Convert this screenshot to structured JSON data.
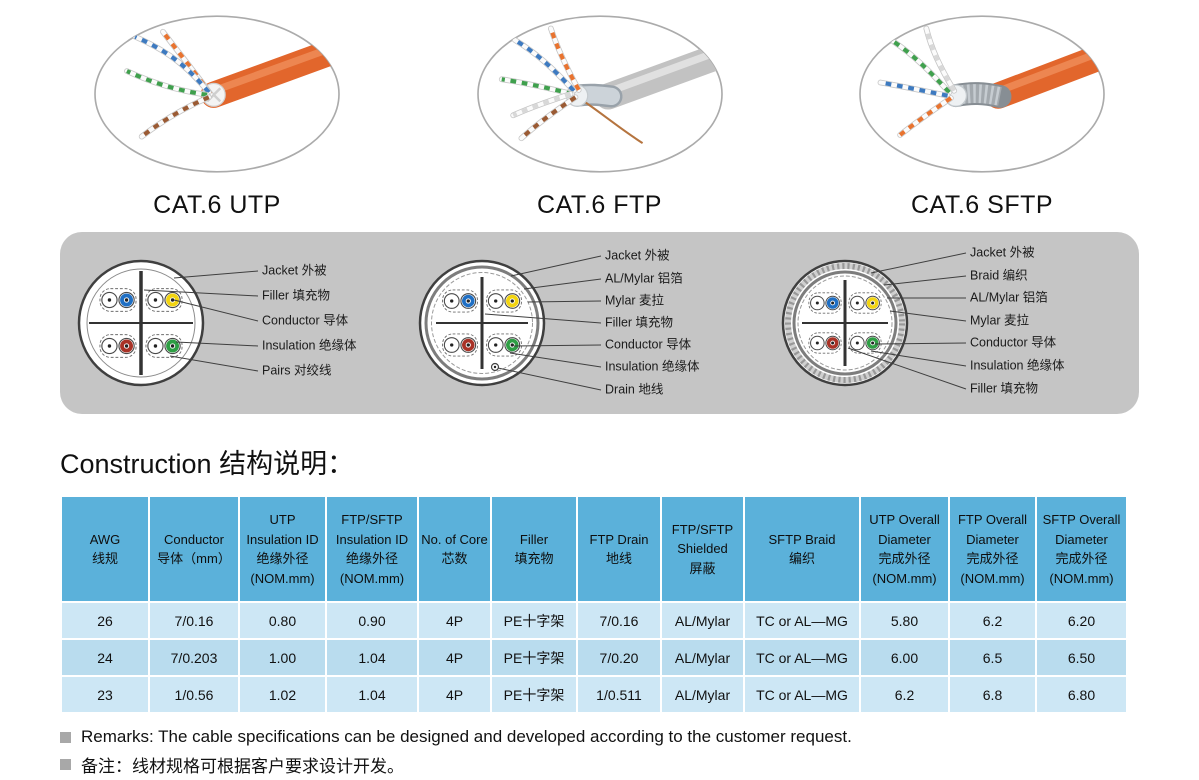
{
  "products": [
    {
      "name": "CAT.6 UTP"
    },
    {
      "name": "CAT.6 FTP"
    },
    {
      "name": "CAT.6 SFTP"
    }
  ],
  "diagrams": {
    "utp": {
      "labels": [
        "Jacket 外被",
        "Filler 填充物",
        "Conductor 导体",
        "Insulation 绝缘体",
        "Pairs 对绞线"
      ]
    },
    "ftp": {
      "labels": [
        "Jacket 外被",
        "AL/Mylar 铝箔",
        "Mylar 麦拉",
        "Filler 填充物",
        "Conductor 导体",
        "Insulation 绝缘体",
        "Drain 地线"
      ]
    },
    "sftp": {
      "labels": [
        "Jacket 外被",
        "Braid 编织",
        "AL/Mylar 铝箔",
        "Mylar 麦拉",
        "Conductor 导体",
        "Insulation 绝缘体",
        "Filler 填充物"
      ]
    }
  },
  "section": {
    "heading": "Construction 结构说明："
  },
  "table": {
    "headers": [
      [
        "AWG",
        "线规"
      ],
      [
        "Conductor",
        "导体（mm）"
      ],
      [
        "UTP",
        "Insulation ID",
        "绝缘外径",
        "(NOM.mm)"
      ],
      [
        "FTP/SFTP",
        "Insulation ID",
        "绝缘外径",
        "(NOM.mm)"
      ],
      [
        "No. of Core",
        "芯数"
      ],
      [
        "Filler",
        "填充物"
      ],
      [
        "FTP  Drain",
        "地线"
      ],
      [
        "FTP/SFTP",
        "Shielded",
        "屏蔽"
      ],
      [
        "SFTP Braid",
        "编织"
      ],
      [
        "UTP Overall",
        "Diameter",
        "完成外径",
        "(NOM.mm)"
      ],
      [
        "FTP Overall",
        "Diameter",
        "完成外径",
        "(NOM.mm)"
      ],
      [
        "SFTP Overall",
        "Diameter",
        "完成外径",
        "(NOM.mm)"
      ]
    ],
    "rows": [
      [
        "26",
        "7/0.16",
        "0.80",
        "0.90",
        "4P",
        "PE十字架",
        "7/0.16",
        "AL/Mylar",
        "TC or AL—MG",
        "5.80",
        "6.2",
        "6.20"
      ],
      [
        "24",
        "7/0.203",
        "1.00",
        "1.04",
        "4P",
        "PE十字架",
        "7/0.20",
        "AL/Mylar",
        "TC or AL—MG",
        "6.00",
        "6.5",
        "6.50"
      ],
      [
        "23",
        "1/0.56",
        "1.02",
        "1.04",
        "4P",
        "PE十字架",
        "1/0.511",
        "AL/Mylar",
        "TC or AL—MG",
        "6.2",
        "6.8",
        "6.80"
      ]
    ]
  },
  "remarks": {
    "en": "Remarks: The cable specifications can be designed and developed according to the customer request.",
    "zh": "备注：线材规格可根据客户要求设计开发。"
  },
  "colors": {
    "header_blue": "#5bb1da",
    "row_light": "#cde7f5",
    "row_mid": "#b9dcee",
    "panel_gray": "#c5c5c5",
    "pair_blue": "#1f6fc4",
    "pair_yellow": "#f2d410",
    "pair_red": "#a93226",
    "pair_green": "#2e9e44",
    "jacket_orange": "#e2662c"
  }
}
